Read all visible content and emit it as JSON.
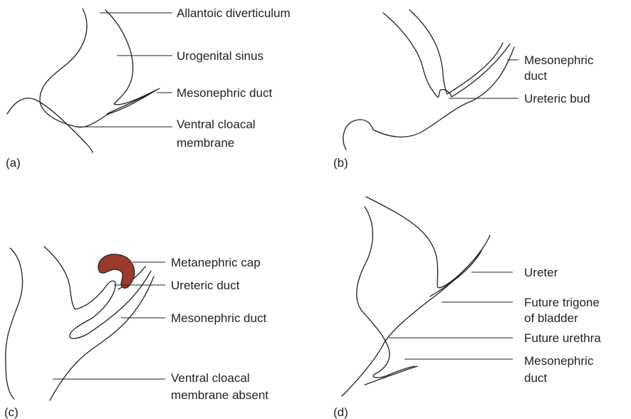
{
  "panels": {
    "a": {
      "letter": "(a)",
      "labels": {
        "allantoic": "Allantoic diverticulum",
        "urogenital": "Urogenital sinus",
        "mesonephric": "Mesonephric duct",
        "cloacal_1": "Ventral cloacal",
        "cloacal_2": "membrane"
      }
    },
    "b": {
      "letter": "(b)",
      "labels": {
        "mesonephric_1": "Mesonephric",
        "mesonephric_2": "duct",
        "ureteric_bud": "Ureteric bud"
      }
    },
    "c": {
      "letter": "(c)",
      "labels": {
        "metanephric_cap": "Metanephric cap",
        "ureteric_duct": "Ureteric duct",
        "mesonephric": "Mesonephric duct",
        "cloacal_absent_1": "Ventral cloacal",
        "cloacal_absent_2": "membrane absent"
      }
    },
    "d": {
      "letter": "(d)",
      "labels": {
        "ureter": "Ureter",
        "trigone_1": "Future trigone",
        "trigone_2": "of bladder",
        "urethra": "Future urethra",
        "mesonephric_1": "Mesonephric",
        "mesonephric_2": "duct"
      }
    }
  },
  "colors": {
    "ink": "#231f20",
    "metanephric_cap_fill": "#9b3a2c"
  }
}
